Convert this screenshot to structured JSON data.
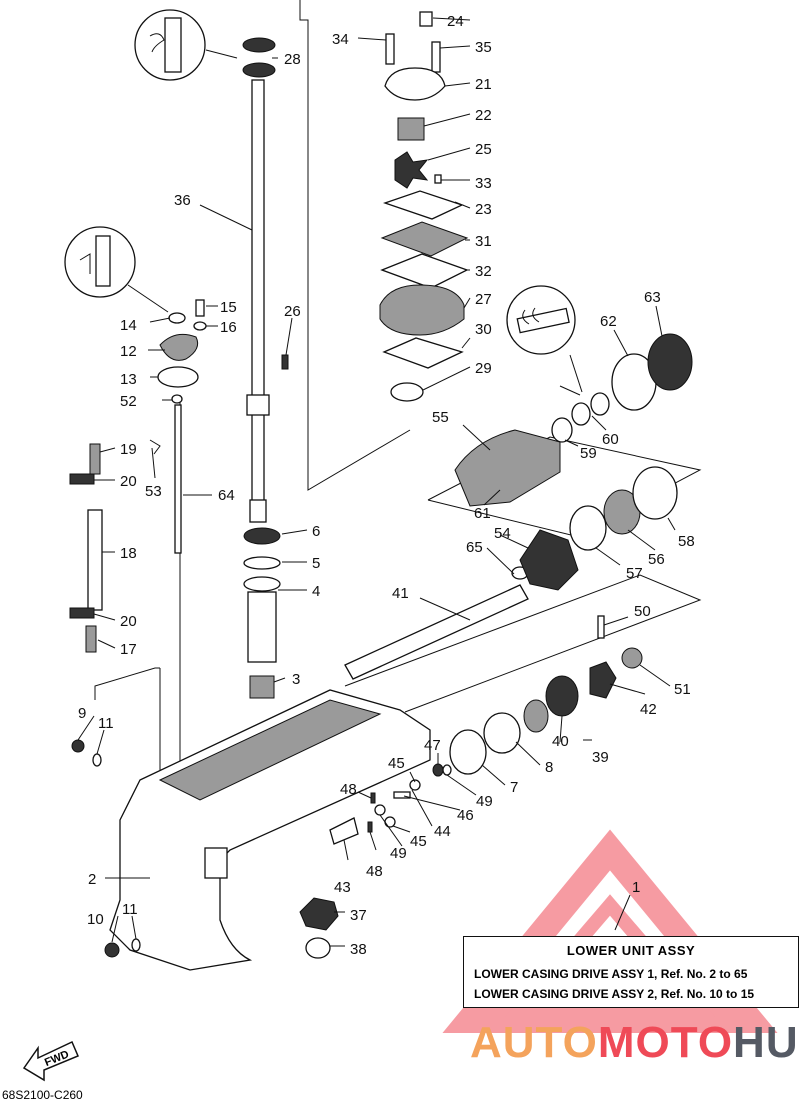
{
  "parts": [
    {
      "ref": "1"
    },
    {
      "ref": "2"
    },
    {
      "ref": "3"
    },
    {
      "ref": "4"
    },
    {
      "ref": "5"
    },
    {
      "ref": "6"
    },
    {
      "ref": "7"
    },
    {
      "ref": "8"
    },
    {
      "ref": "9"
    },
    {
      "ref": "10"
    },
    {
      "ref": "11"
    },
    {
      "ref": "11"
    },
    {
      "ref": "12"
    },
    {
      "ref": "13"
    },
    {
      "ref": "14"
    },
    {
      "ref": "15"
    },
    {
      "ref": "16"
    },
    {
      "ref": "17"
    },
    {
      "ref": "18"
    },
    {
      "ref": "19"
    },
    {
      "ref": "20"
    },
    {
      "ref": "20"
    },
    {
      "ref": "21"
    },
    {
      "ref": "22"
    },
    {
      "ref": "23"
    },
    {
      "ref": "24"
    },
    {
      "ref": "25"
    },
    {
      "ref": "26"
    },
    {
      "ref": "27"
    },
    {
      "ref": "28"
    },
    {
      "ref": "29"
    },
    {
      "ref": "30"
    },
    {
      "ref": "31"
    },
    {
      "ref": "32"
    },
    {
      "ref": "33"
    },
    {
      "ref": "34"
    },
    {
      "ref": "35"
    },
    {
      "ref": "36"
    },
    {
      "ref": "37"
    },
    {
      "ref": "38"
    },
    {
      "ref": "39"
    },
    {
      "ref": "40"
    },
    {
      "ref": "41"
    },
    {
      "ref": "42"
    },
    {
      "ref": "43"
    },
    {
      "ref": "44"
    },
    {
      "ref": "45"
    },
    {
      "ref": "45"
    },
    {
      "ref": "46"
    },
    {
      "ref": "47"
    },
    {
      "ref": "48"
    },
    {
      "ref": "48"
    },
    {
      "ref": "49"
    },
    {
      "ref": "49"
    },
    {
      "ref": "50"
    },
    {
      "ref": "51"
    },
    {
      "ref": "52"
    },
    {
      "ref": "53"
    },
    {
      "ref": "54"
    },
    {
      "ref": "55"
    },
    {
      "ref": "56"
    },
    {
      "ref": "57"
    },
    {
      "ref": "58"
    },
    {
      "ref": "59"
    },
    {
      "ref": "60"
    },
    {
      "ref": "61"
    },
    {
      "ref": "62"
    },
    {
      "ref": "63"
    },
    {
      "ref": "64"
    },
    {
      "ref": "65"
    }
  ],
  "legend": {
    "title": "LOWER UNIT ASSY",
    "line1": "LOWER CASING DRIVE ASSY 1, Ref. No. 2 to 65",
    "line2": "LOWER CASING DRIVE ASSY 2, Ref. No. 10 to 15"
  },
  "fwd_label": "FWD",
  "drawing_code": "68S2100-C260",
  "watermark": {
    "part1": "AUTO",
    "part2": "MOTO",
    "part3": "HUB",
    "color1": "#f4a35c",
    "color2": "#ef4a57",
    "color3": "#555a64"
  }
}
